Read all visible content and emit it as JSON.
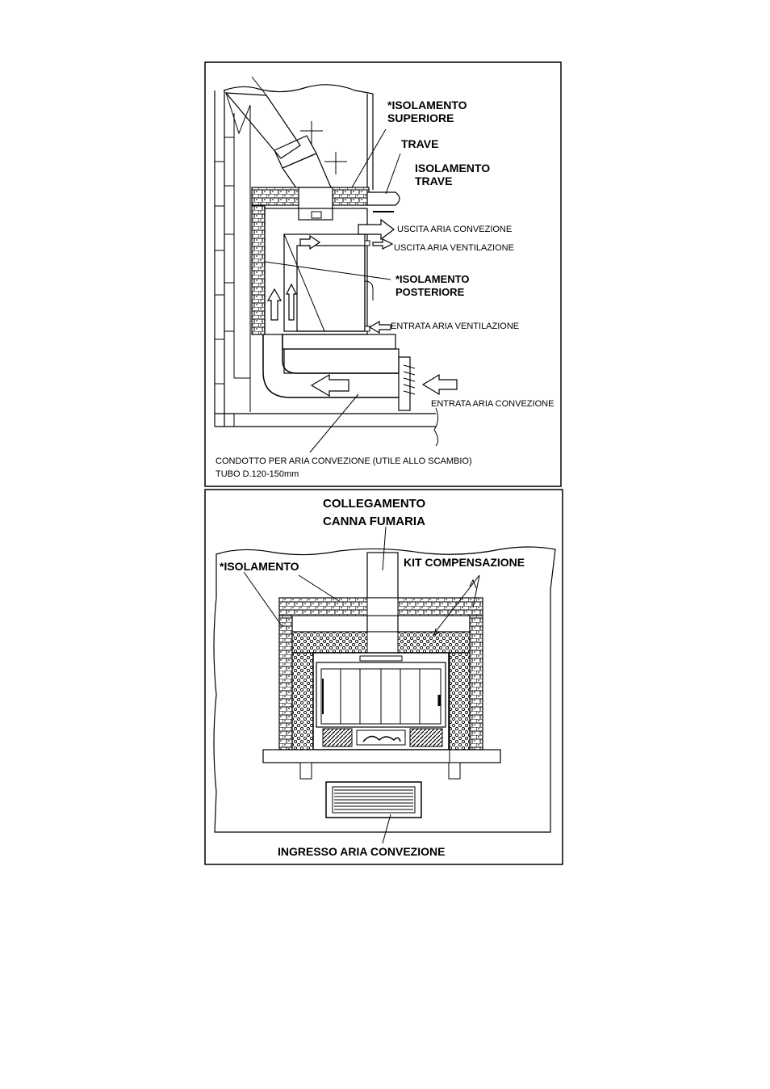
{
  "side_section": {
    "labels": {
      "isolamento_superiore_1": "*ISOLAMENTO",
      "isolamento_superiore_2": "SUPERIORE",
      "trave": "TRAVE",
      "isolamento_trave_1": "ISOLAMENTO",
      "isolamento_trave_2": "TRAVE",
      "uscita_aria_convezione": "USCITA ARIA CONVEZIONE",
      "uscita_aria_ventilazione": "USCITA ARIA VENTILAZIONE",
      "isolamento_posteriore_1": "*ISOLAMENTO",
      "isolamento_posteriore_2": "POSTERIORE",
      "entrata_aria_ventilazione": "ENTRATA ARIA VENTILAZIONE",
      "entrata_aria_convezione": "ENTRATA ARIA CONVEZIONE",
      "condotto_1": "CONDOTTO PER ARIA CONVEZIONE (UTILE ALLO SCAMBIO)",
      "condotto_2": "TUBO D.120-150mm"
    }
  },
  "front_section": {
    "labels": {
      "collegamento_1": "COLLEGAMENTO",
      "collegamento_2": "CANNA FUMARIA",
      "isolamento": "*ISOLAMENTO",
      "kit_compensazione": "KIT COMPENSAZIONE",
      "ingresso_aria_convezione": "INGRESSO ARIA CONVEZIONE"
    }
  }
}
